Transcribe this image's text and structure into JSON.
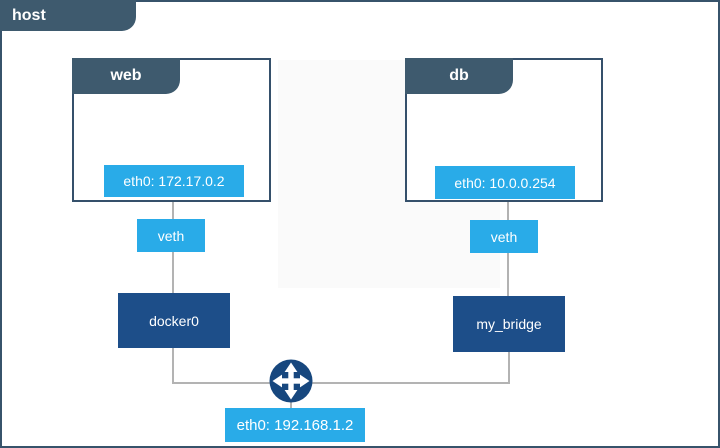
{
  "host": {
    "label": "host",
    "interface_label": "eth0: 192.168.1.2"
  },
  "containers": {
    "web": {
      "title": "web",
      "interface_label": "eth0: 172.17.0.2",
      "veth_label": "veth",
      "bridge_label": "docker0"
    },
    "db": {
      "title": "db",
      "interface_label": "eth0: 10.0.0.254",
      "veth_label": "veth",
      "bridge_label": "my_bridge"
    }
  },
  "icons": {
    "router": "router-crossroads-icon"
  },
  "colors": {
    "tab_slate": "#3e5a6e",
    "border_slate": "#35506b",
    "bright_blue": "#29abe8",
    "navy": "#1d4e89",
    "router_navy": "#17477e",
    "line_gray": "#b3b3b3"
  }
}
